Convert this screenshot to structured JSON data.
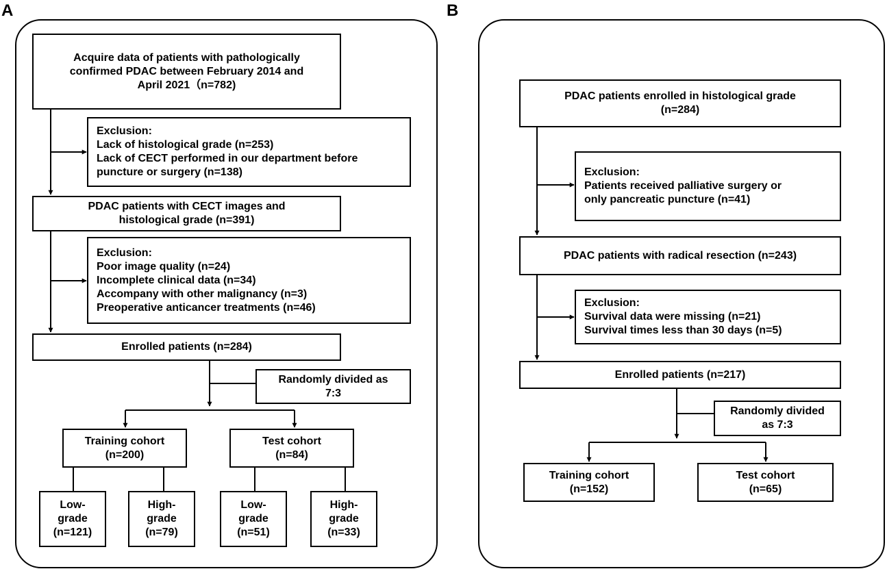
{
  "panel_a": {
    "label": "A",
    "acquire": [
      "Acquire data of patients with pathologically",
      "confirmed PDAC between February 2014 and",
      "April  2021（n=782)"
    ],
    "exclusion1": [
      "Exclusion:",
      "Lack of histological grade (n=253)",
      "Lack of CECT performed in our department before",
      "puncture or surgery  (n=138)"
    ],
    "cect": [
      "PDAC patients with CECT images and",
      "histological grade (n=391)"
    ],
    "exclusion2": [
      "Exclusion:",
      "Poor image quality (n=24)",
      "Incomplete clinical data (n=34)",
      "Accompany with other malignancy (n=3)",
      "Preoperative anticancer treatments (n=46)"
    ],
    "enrolled": [
      "Enrolled patients (n=284)"
    ],
    "random": [
      "Randomly divided as",
      "7:3"
    ],
    "training": [
      "Training cohort",
      "(n=200)"
    ],
    "test": [
      "Test cohort",
      "(n=84)"
    ],
    "train_low": [
      "Low-",
      "grade",
      "(n=121)"
    ],
    "train_high": [
      "High-",
      "grade",
      "(n=79)"
    ],
    "test_low": [
      "Low-",
      "grade",
      "(n=51)"
    ],
    "test_high": [
      "High-",
      "grade",
      "(n=33)"
    ]
  },
  "panel_b": {
    "label": "B",
    "enrolled_hist": [
      "PDAC patients enrolled in histological grade",
      "(n=284)"
    ],
    "exclusion1": [
      "Exclusion:",
      "Patients received palliative surgery or",
      "only pancreatic puncture (n=41)"
    ],
    "radical": [
      "PDAC patients with radical resection (n=243)"
    ],
    "exclusion2": [
      "Exclusion:",
      "Survival data were missing (n=21)",
      "Survival times less than 30 days (n=5)"
    ],
    "enrolled": [
      "Enrolled patients (n=217)"
    ],
    "random": [
      "Randomly divided",
      "as 7:3"
    ],
    "training": [
      "Training cohort",
      "(n=152)"
    ],
    "test": [
      "Test cohort",
      "(n=65)"
    ]
  }
}
